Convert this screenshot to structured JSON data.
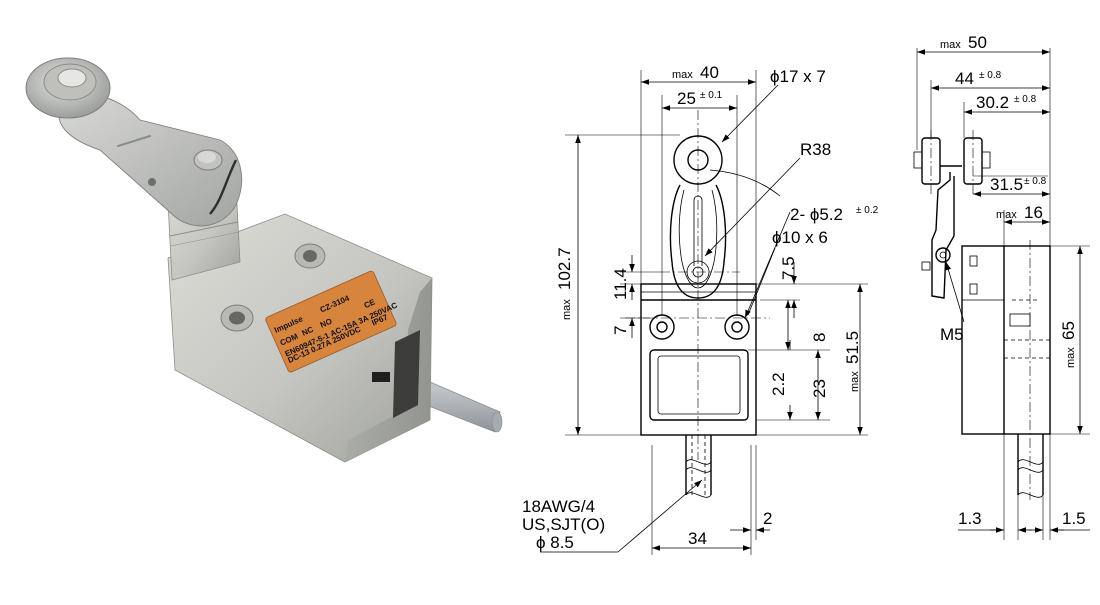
{
  "product": {
    "brand": "Impulse",
    "model": "CZ-3104",
    "mark": "CE",
    "label_lines": [
      "COM",
      "NC",
      "NO",
      "EN60947-5-1 AC-15A 3A 250VAC",
      "DC-13 0.27A 250VDC",
      "IP67"
    ]
  },
  "front_view": {
    "dims": {
      "max_width": "40",
      "max_width_prefix": "max",
      "hole_spacing": "25",
      "hole_spacing_tol": "± 0.1",
      "roller": "ϕ17 x 7",
      "radius": "R38",
      "mount_holes": "2- ϕ5.2",
      "mount_holes_tol": "± 0.2",
      "boss": "ϕ10 x 6",
      "overall_height": "102.7",
      "overall_height_prefix": "max",
      "lever_hole": "11.4",
      "hole_offset": "7",
      "dim_7_5": "7.5",
      "dim_8": "8",
      "dim_2_2": "2.2",
      "dim_23": "23",
      "body_height": "51.5",
      "body_height_prefix": "max",
      "cable_spec_1": "18AWG/4",
      "cable_spec_2": "US,SJT(O)",
      "cable_spec_3": "ϕ 8.5",
      "cable_width": "34",
      "cable_offset": "2"
    }
  },
  "side_view": {
    "dims": {
      "max_width": "50",
      "max_width_prefix": "max",
      "width_44": "44",
      "width_44_tol": "± 0.8",
      "width_30_2": "30.2",
      "width_30_2_tol": "± 0.8",
      "width_31_5": "31.5",
      "width_31_5_tol": "± 0.8",
      "depth": "16",
      "depth_prefix": "max",
      "screw": "M5",
      "height": "65",
      "height_prefix": "max",
      "left_offset": "1.3",
      "right_offset": "1.5"
    }
  },
  "colors": {
    "body_light": "#c8c9c4",
    "body_shadow": "#9d9f9a",
    "label_orange": "#d7843d",
    "cable": "#b6b9be"
  }
}
